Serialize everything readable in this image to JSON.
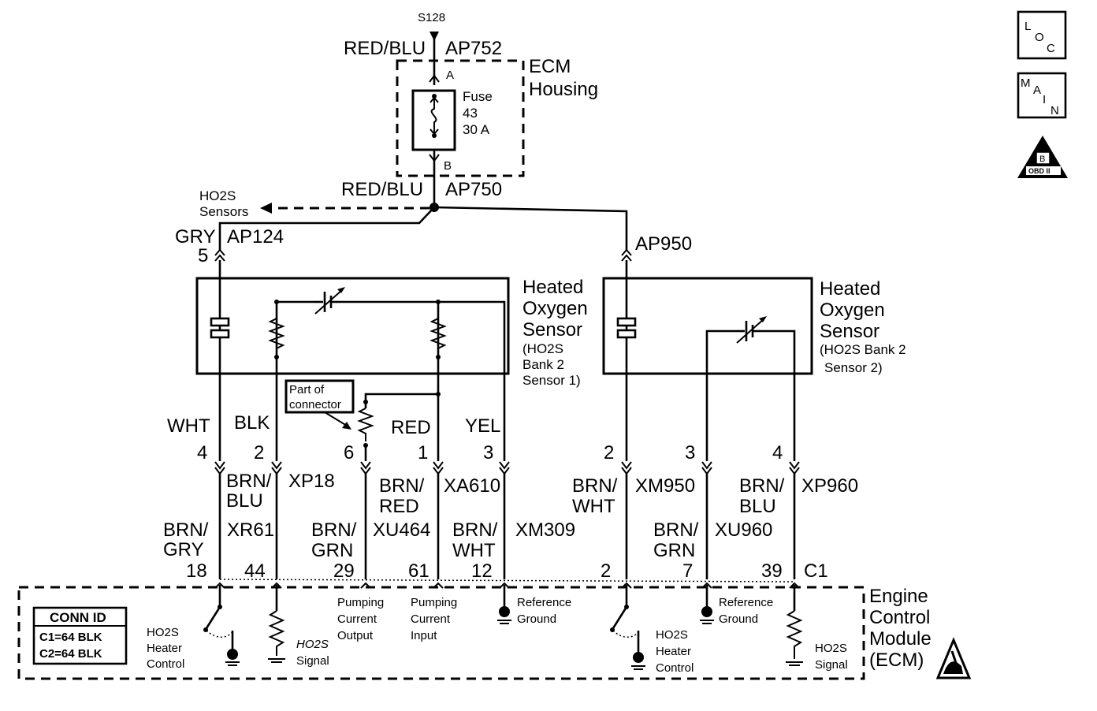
{
  "top": {
    "splice": "S128",
    "wire_in_color": "RED/BLU",
    "wire_in_circuit": "AP752",
    "fuse_pin_a": "A",
    "fuse_pin_b": "B",
    "fuse_label": [
      "Fuse",
      "43",
      "30 A"
    ],
    "housing_label": [
      "ECM",
      "Housing"
    ],
    "wire_out_color": "RED/BLU",
    "wire_out_circuit": "AP750",
    "ho2s_sensors": [
      "HO2S",
      "Sensors"
    ]
  },
  "sensor1": {
    "feed_color": "GRY",
    "feed_circuit": "AP124",
    "feed_pin": "5",
    "title": [
      "Heated",
      "Oxygen",
      "Sensor"
    ],
    "subtitle": [
      "(HO2S",
      "Bank 2",
      "Sensor 1)"
    ],
    "connector_note": [
      "Part of",
      "connector"
    ],
    "wires": [
      {
        "color": "WHT",
        "pin": "4"
      },
      {
        "color": "BLK",
        "pin": "2"
      },
      {
        "pin": "6"
      },
      {
        "color": "RED",
        "pin": "1"
      },
      {
        "color": "YEL",
        "pin": "3"
      }
    ]
  },
  "sensor2": {
    "feed_circuit": "AP950",
    "title": [
      "Heated",
      "Oxygen",
      "Sensor"
    ],
    "subtitle": [
      "(HO2S Bank 2",
      "Sensor 2)"
    ],
    "wires": [
      {
        "pin": "2"
      },
      {
        "pin": "3"
      },
      {
        "pin": "4"
      }
    ]
  },
  "harness": {
    "brn_blu_1": [
      "BRN/",
      "BLU"
    ],
    "xp18": "XP18",
    "brn_red": [
      "BRN/",
      "RED"
    ],
    "xa610": "XA610",
    "brn_gry": [
      "BRN/",
      "GRY"
    ],
    "xr61": "XR61",
    "brn_grn_1": [
      "BRN/",
      "GRN"
    ],
    "xu464": "XU464",
    "brn_wht_1": [
      "BRN/",
      "WHT"
    ],
    "xm309": "XM309",
    "brn_wht_2": [
      "BRN/",
      "WHT"
    ],
    "xm950": "XM950",
    "brn_blu_2": [
      "BRN/",
      "BLU"
    ],
    "xp960": "XP960",
    "brn_grn_2": [
      "BRN/",
      "GRN"
    ],
    "xu960": "XU960"
  },
  "ecm_pins": [
    "18",
    "44",
    "29",
    "61",
    "12",
    "2",
    "7",
    "39"
  ],
  "ecm_connector": "C1",
  "ecm": {
    "title": [
      "Engine",
      "Control",
      "Module",
      "(ECM)"
    ],
    "heater1": [
      "HO2S",
      "Heater",
      "Control"
    ],
    "signal1": [
      "HO2S",
      "Signal"
    ],
    "pump_out": [
      "Pumping",
      "Current",
      "Output"
    ],
    "pump_in": [
      "Pumping",
      "Current",
      "Input"
    ],
    "ref1": [
      "Reference",
      "Ground"
    ],
    "heater2": [
      "HO2S",
      "Heater",
      "Control"
    ],
    "ref2": [
      "Reference",
      "Ground"
    ],
    "signal2": [
      "HO2S",
      "Signal"
    ]
  },
  "conn_id": {
    "title": "CONN ID",
    "c1": "C1=64 BLK",
    "c2": "C2=64 BLK"
  },
  "icons": {
    "loc": [
      "L",
      "O",
      "C"
    ],
    "main": [
      "M",
      "A",
      "I",
      "N"
    ],
    "obd": [
      "B",
      "OBD II"
    ]
  }
}
